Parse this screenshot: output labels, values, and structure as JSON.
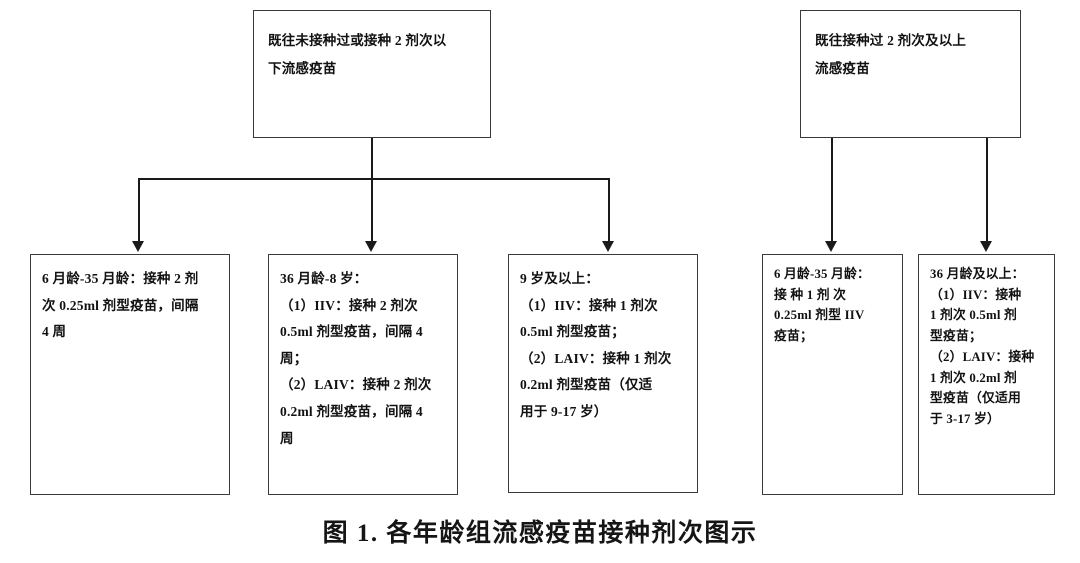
{
  "figure": {
    "caption": "图 1. 各年龄组流感疫苗接种剂次图示"
  },
  "left_branch": {
    "parent": {
      "id": "no-prior-or-under-2-doses",
      "text": "既往未接种过或接种 2 剂次以\n下流感疫苗"
    },
    "children": [
      {
        "id": "age-6m-35m-left",
        "text": "6 月龄-35 月龄：接种 2 剂\n次 0.25ml 剂型疫苗，间隔\n4 周"
      },
      {
        "id": "age-36m-8y",
        "text": "36 月龄-8 岁：\n（1）IIV：接种 2 剂次\n0.5ml 剂型疫苗，间隔 4\n周；\n（2）LAIV：接种 2 剂次\n0.2ml 剂型疫苗，间隔 4\n周"
      },
      {
        "id": "age-9y-plus",
        "text": "9 岁及以上：\n（1）IIV：接种 1 剂次\n0.5ml 剂型疫苗；\n（2）LAIV：接种 1 剂次\n0.2ml 剂型疫苗（仅适\n用于 9-17 岁）"
      }
    ]
  },
  "right_branch": {
    "parent": {
      "id": "prior-2-or-more-doses",
      "text": "既往接种过 2 剂次及以上\n流感疫苗"
    },
    "children": [
      {
        "id": "age-6m-35m-right",
        "text": "6 月龄-35 月龄：\n接 种 1 剂 次\n0.25ml 剂型 IIV\n疫苗；"
      },
      {
        "id": "age-36m-plus",
        "text": "36 月龄及以上：\n（1）IIV：接种\n1 剂次 0.5ml 剂\n型疫苗；\n（2）LAIV：接种\n1 剂次 0.2ml 剂\n型疫苗（仅适用\n于 3-17 岁）"
      }
    ]
  },
  "style": {
    "box_border_color": "#3a3a3a",
    "connector_color": "#1a1a1a",
    "background": "#ffffff",
    "text_color": "#111111"
  }
}
